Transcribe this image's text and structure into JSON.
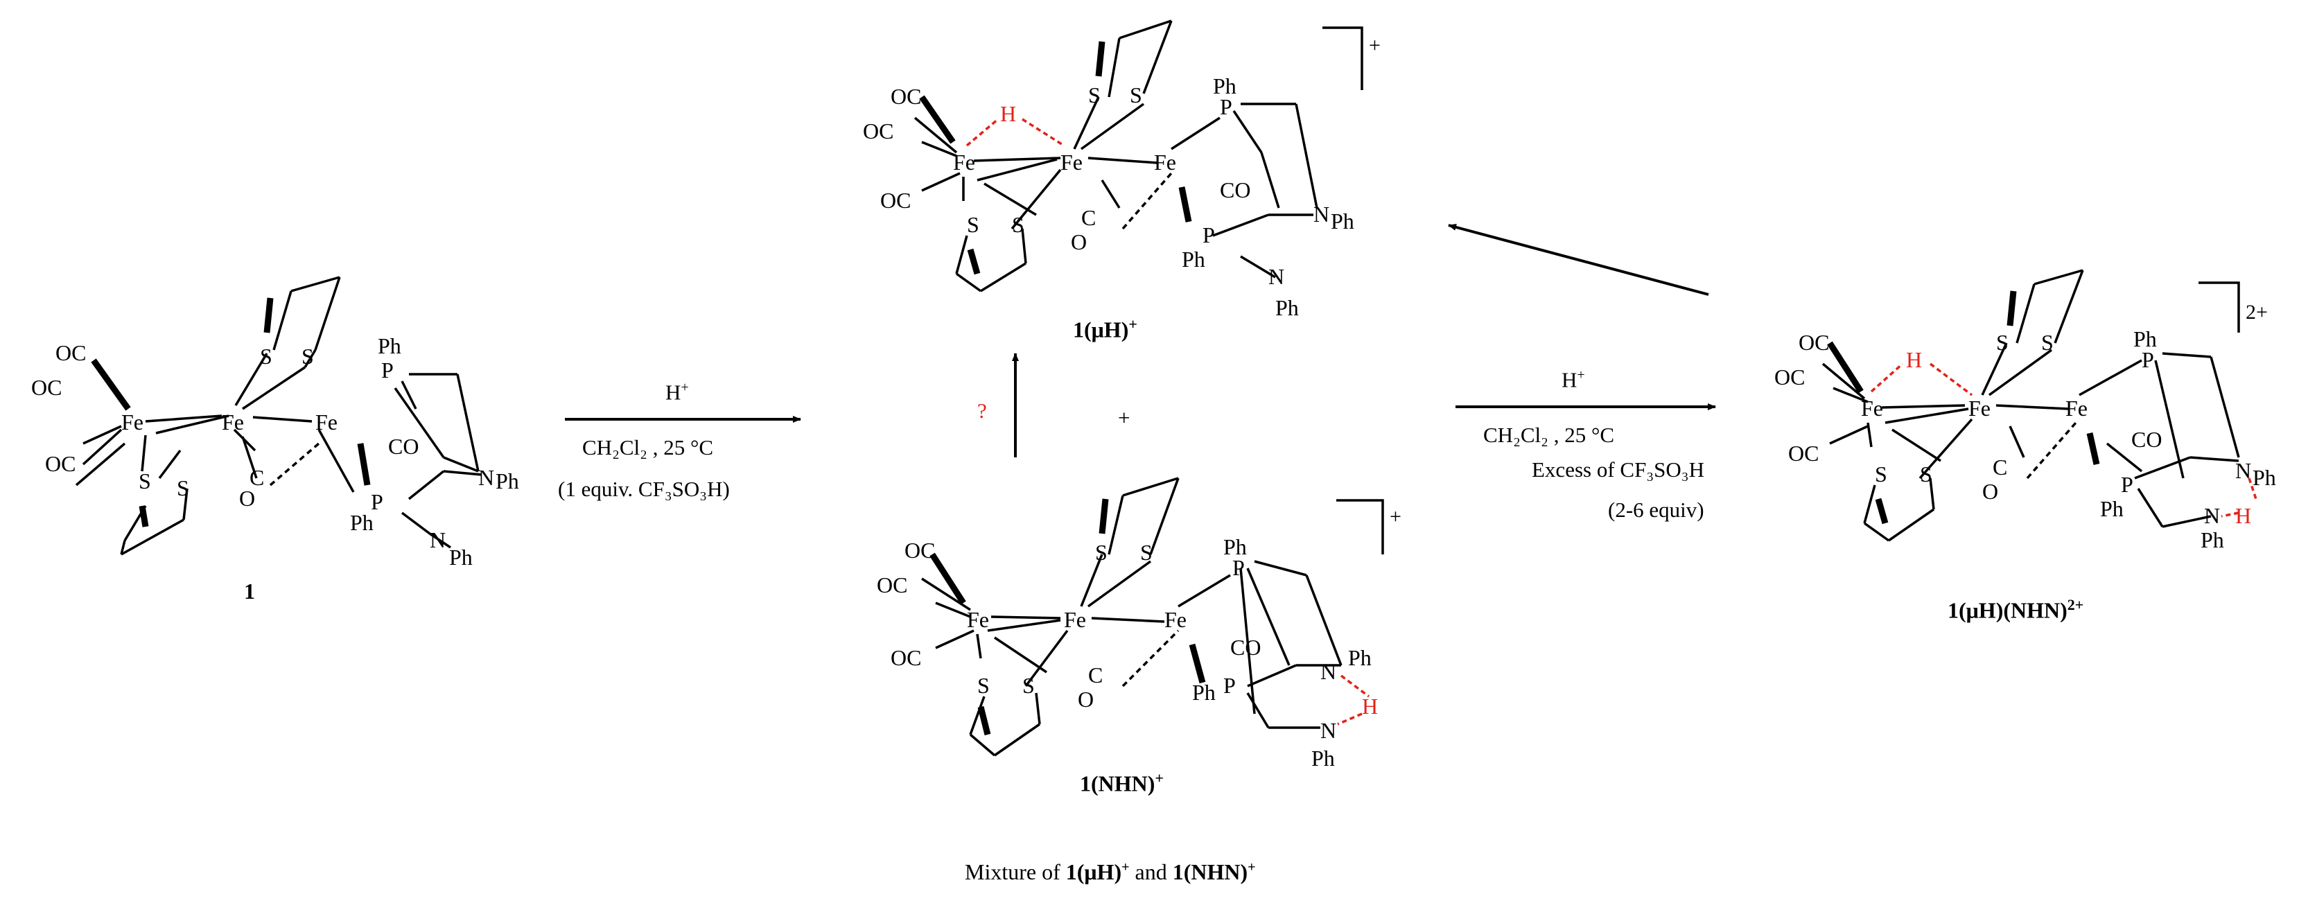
{
  "colors": {
    "ink": "#000000",
    "accent": "#e2231a"
  },
  "compounds": {
    "c1": {
      "label": "1"
    },
    "muH": {
      "label_main": "1(μH)",
      "label_sup": "+"
    },
    "nhn": {
      "label_main": "1(NHN)",
      "label_sup": "+"
    },
    "muHnhn": {
      "label_main": "1(μH)(NHN)",
      "label_sup": "2+"
    }
  },
  "charges": {
    "plus": "+",
    "two_plus": "2+"
  },
  "atoms": {
    "Fe": "Fe",
    "S": "S",
    "P": "P",
    "N": "N",
    "Ph": "Ph",
    "CO": "CO",
    "OC": "OC",
    "C": "C",
    "O": "O",
    "H": "H"
  },
  "reaction1": {
    "reagent": "H",
    "reagent_sup": "+",
    "solvent": "CH₂Cl₂ , 25 °C",
    "equiv_note": "(1 equiv. CF₃SO₃H)"
  },
  "reaction2": {
    "reagent": "H",
    "reagent_sup": "+",
    "solvent": "CH₂Cl₂ , 25 °C",
    "excess_note": "Excess of CF₃SO₃H",
    "equiv_range": "(2-6 equiv)"
  },
  "middle": {
    "question_mark": "?",
    "plus_sign": "+"
  },
  "caption": {
    "prefix": "Mixture of ",
    "a_main": "1(μH)",
    "a_sup": "+",
    "joiner": " and ",
    "b_main": "1(NHN)",
    "b_sup": "+"
  }
}
